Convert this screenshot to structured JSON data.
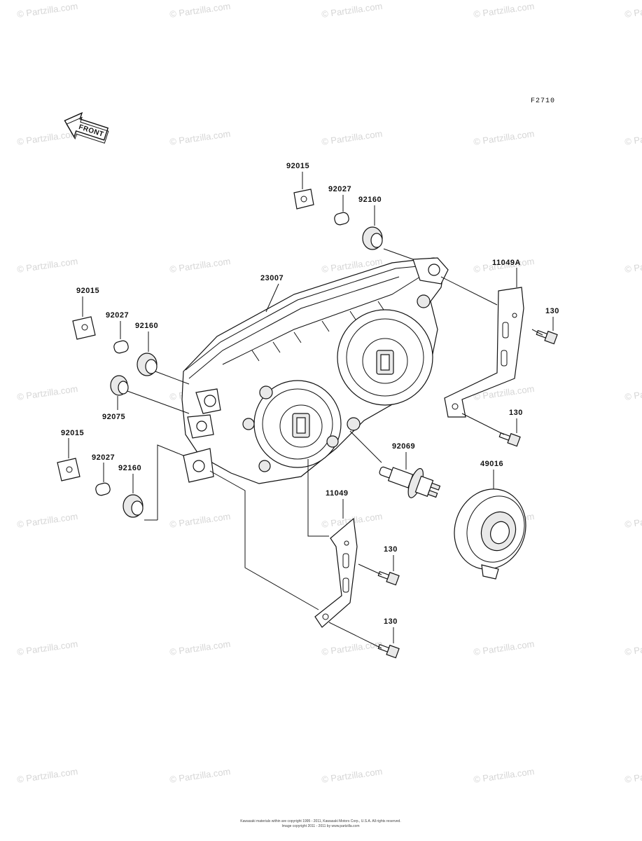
{
  "figure_ref": "F2710",
  "front_label": "FRONT",
  "watermark_text": "© Partzilla.com",
  "parts": {
    "p92015_top": "92015",
    "p92027_top": "92027",
    "p92160_top": "92160",
    "p23007": "23007",
    "p11049A": "11049A",
    "p130_a": "130",
    "p92015_mid": "92015",
    "p92027_mid": "92027",
    "p92160_mid": "92160",
    "p92075": "92075",
    "p130_b": "130",
    "p92015_low": "92015",
    "p92027_low": "92027",
    "p92160_low": "92160",
    "p92069": "92069",
    "p49016": "49016",
    "p11049": "11049",
    "p130_c": "130",
    "p130_d": "130"
  },
  "footer": {
    "line1": "Kawasaki materials within are copyright 1995 - 2011, Kawasaki Motors Corp., U.S.A. All rights reserved.",
    "line2": "Image copyright 2011 - 2011 by www.partzilla.com"
  }
}
